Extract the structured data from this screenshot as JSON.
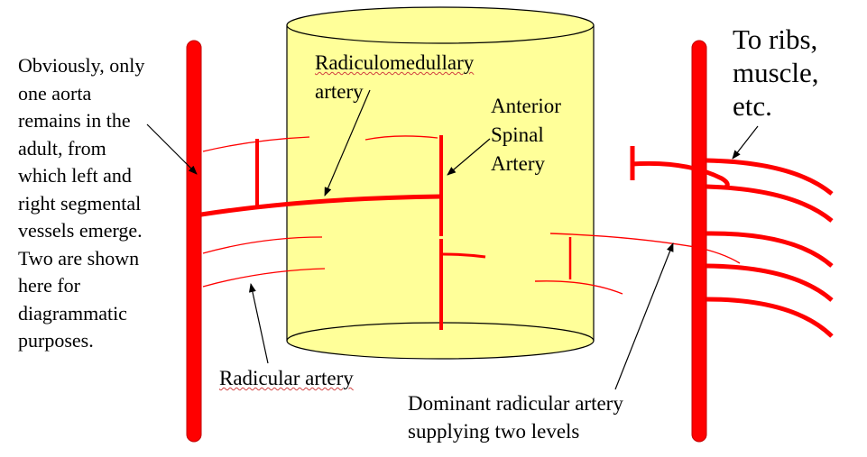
{
  "labels": {
    "aorta_note": [
      "Obviously, only",
      "one aorta",
      "remains in the",
      "adult, from",
      "which left and",
      "right segmental",
      "vessels emerge.",
      "Two are shown",
      "here for",
      "diagrammatic",
      "purposes."
    ],
    "radiculomedullary": [
      "Radiculomedullary",
      "artery"
    ],
    "anterior_spinal": [
      "Anterior",
      "Spinal",
      "Artery"
    ],
    "ribs": [
      "To ribs,",
      "muscle,",
      "etc."
    ],
    "radicular": "Radicular artery",
    "dominant": [
      "Dominant radicular artery",
      "supplying two levels"
    ]
  },
  "colors": {
    "artery": "#ff0000",
    "cord_fill": "#ffff99",
    "cord_outline": "#000000",
    "text": "#000000",
    "spell_underline": "#d04040"
  }
}
